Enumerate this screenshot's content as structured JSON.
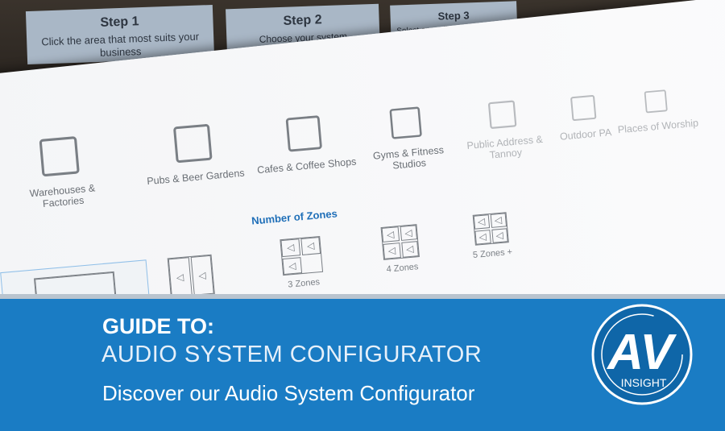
{
  "steps": [
    {
      "title": "Step 1",
      "text": "Click the area that most suits your business"
    },
    {
      "title": "Step 2",
      "text": "Choose your system specifications"
    },
    {
      "title": "Step 3",
      "text": "Select an audio system from the available options"
    }
  ],
  "categories": [
    {
      "label": "Warehouses & Factories",
      "icon": "factory-icon"
    },
    {
      "label": "Pubs & Beer Gardens",
      "icon": "pint-glass-icon"
    },
    {
      "label": "Cafes & Coffee Shops",
      "icon": "coffee-cup-icon"
    },
    {
      "label": "Gyms & Fitness Studios",
      "icon": "sports-pitch-icon"
    },
    {
      "label": "Public Address & Tannoy",
      "icon": "podium-icon"
    },
    {
      "label": "Outdoor PA",
      "icon": "weather-icon"
    },
    {
      "label": "Places of Worship",
      "icon": "building-icon"
    }
  ],
  "zones_title": "Number of Zones",
  "zones": [
    {
      "label": "",
      "count": 1
    },
    {
      "label": "",
      "count": 2
    },
    {
      "label": "3 Zones",
      "count": 3
    },
    {
      "label": "4 Zones",
      "count": 4
    },
    {
      "label": "5 Zones +",
      "count": 5
    }
  ],
  "banner": {
    "line1": "GUIDE TO:",
    "line2": "AUDIO SYSTEM CONFIGURATOR",
    "line3": "Discover our Audio System Configurator"
  },
  "logo": {
    "text": "AV",
    "sub": "INSIGHT"
  },
  "colors": {
    "banner": "#1a7cc4",
    "accent": "#1f6fb8",
    "step_box": "#a9b7c6"
  }
}
